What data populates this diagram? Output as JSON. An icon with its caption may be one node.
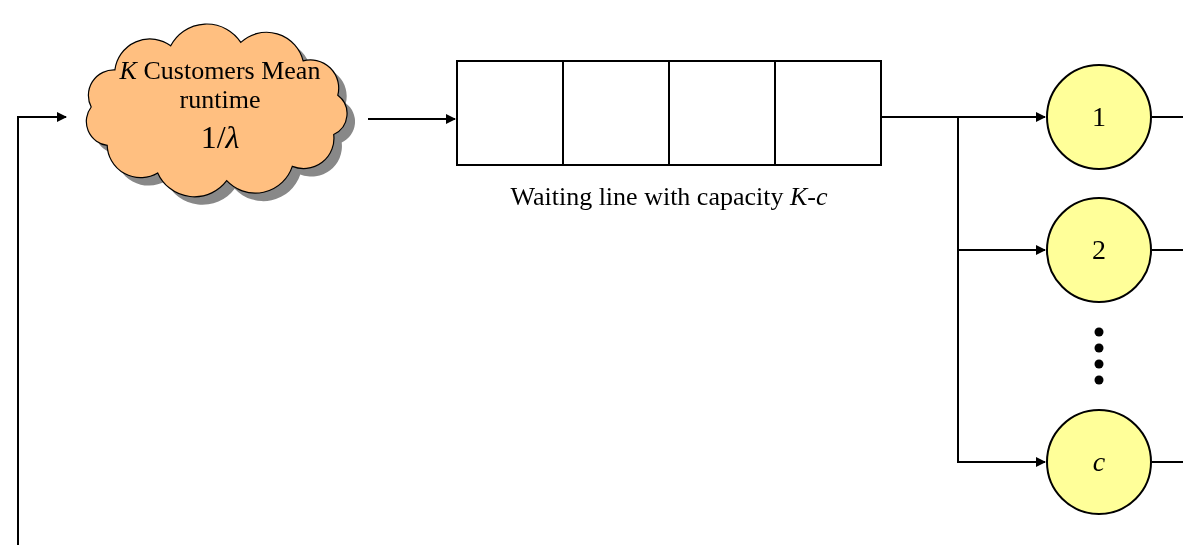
{
  "diagram": {
    "nodes": [
      {
        "text": [
          "*K* Customers Mean runtime",
          "1/*λ*"
        ]
      },
      {
        "text": [],
        "shape": "box",
        "beside": [
          "Waiting line with capacity *K*-*c*"
        ]
      },
      {
        "text": [
          "1"
        ]
      },
      {
        "text": [
          "2"
        ]
      },
      {
        "text": [
          "*c*"
        ]
      }
    ],
    "edges": [
      {
        "from": 0,
        "to": 1,
        "arrow": "to"
      },
      {
        "from": 1,
        "to": 2,
        "arrow": "to"
      },
      {
        "from": 1,
        "to": 3,
        "arrow": "to"
      },
      {
        "from": 1,
        "to": 4,
        "arrow": "to"
      },
      {
        "from": 2,
        "to": null,
        "arrow": "none"
      },
      {
        "from": 3,
        "to": null,
        "arrow": "none"
      },
      {
        "from": 4,
        "to": null,
        "arrow": "none"
      },
      {
        "from": null,
        "to": 0,
        "arrow": "to"
      }
    ]
  }
}
